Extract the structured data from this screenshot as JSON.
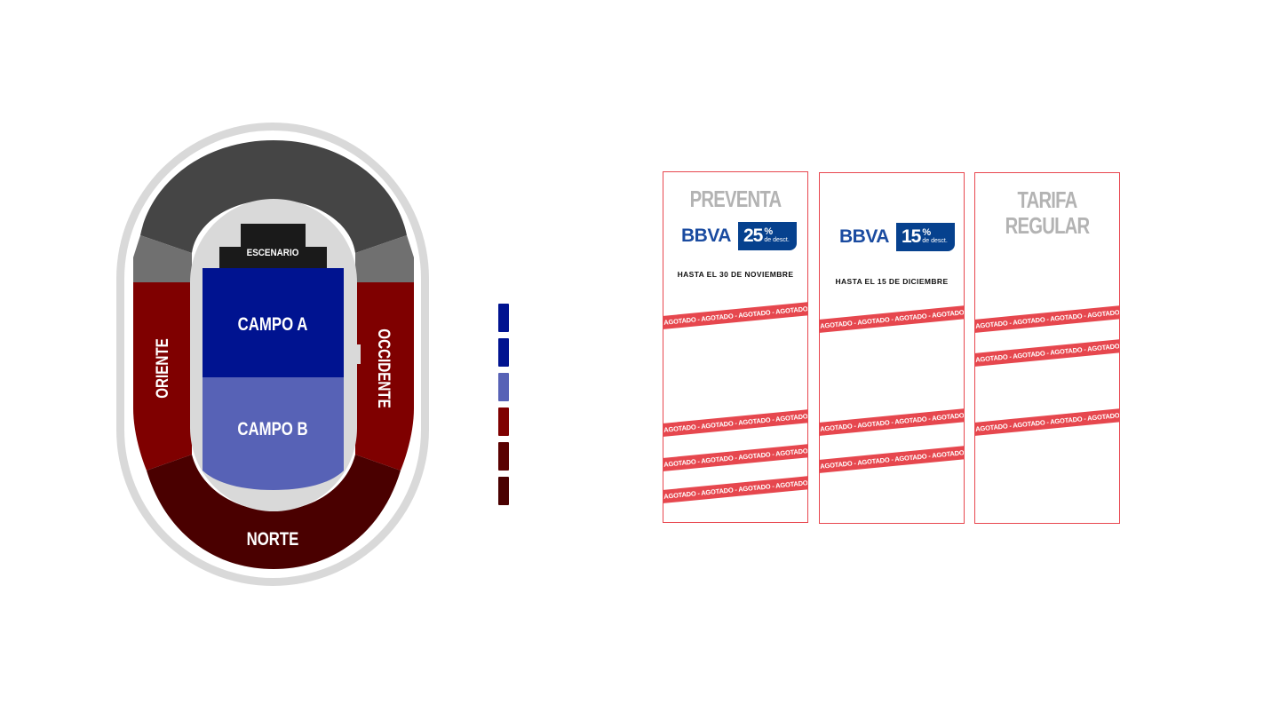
{
  "venue": {
    "stage_label": "ESCENARIO",
    "sections": [
      {
        "name": "CAMPO A",
        "color": "#001390"
      },
      {
        "name": "CAMPO B",
        "color": "#5762b6"
      },
      {
        "name": "ORIENTE",
        "color": "#7f0000"
      },
      {
        "name": "OCCIDENTE",
        "color": "#7f0000"
      },
      {
        "name": "NORTE",
        "color": "#4a0000"
      }
    ],
    "colors": {
      "outer_ring": "#d9d9d9",
      "upper_stand": "#454545",
      "corner_stand": "#707070",
      "stage": "#1a1a1a",
      "track": "#d9d9d9"
    }
  },
  "legend": {
    "swatch_colors": [
      "#001390",
      "#001390",
      "#5762b6",
      "#7f0000",
      "#5a0000",
      "#4a0000"
    ]
  },
  "pricing": {
    "columns": [
      {
        "title": "PREVENTA",
        "bank": "BBVA",
        "discount": "25",
        "discount_sign": "%",
        "discount_text": "de desct.",
        "deadline": "HASTA EL 30 DE NOVIEMBRE",
        "soldout_text": "- AGOTADO - AGOTADO - AGOTADO - AGOTADO - AGOTADO - AGOTADO"
      },
      {
        "title": "",
        "bank": "BBVA",
        "discount": "15",
        "discount_sign": "%",
        "discount_text": "de desct.",
        "deadline": "HASTA EL 15 DE DICIEMBRE",
        "soldout_text": "- AGOTADO - AGOTADO - AGOTADO - AGOTADO - AGOTADO - AGOTADO"
      },
      {
        "title": "TARIFA\nREGULAR",
        "bank": "",
        "discount": "",
        "deadline": "",
        "soldout_text": "- AGOTADO - AGOTADO - AGOTADO - AGOTADO - AGOTADO - AGOTADO"
      }
    ],
    "border_color": "#e8474f",
    "soldout_color": "#e6474e",
    "bbva_blue": "#06418e"
  }
}
